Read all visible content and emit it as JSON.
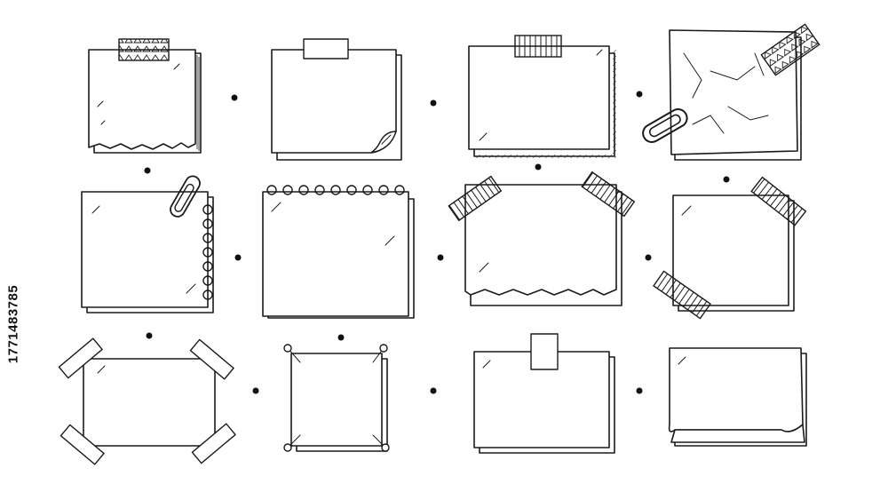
{
  "image": {
    "stock_id": "177148378 5",
    "stock_id_text": "1771483785"
  },
  "colors": {
    "ink": "#1a1a1a",
    "paper": "#ffffff",
    "tape_fill": "#cfcfcf"
  },
  "notes": [
    {
      "style": "torn-edge-with-patterned-tape"
    },
    {
      "style": "curled-corner-with-tape"
    },
    {
      "style": "striped-tape-top"
    },
    {
      "style": "crumpled-with-paperclip"
    },
    {
      "style": "spiral-side-with-paperclip"
    },
    {
      "style": "spiral-top-notepad"
    },
    {
      "style": "two-corner-tape-torn-bottom"
    },
    {
      "style": "diagonal-corner-tapes"
    },
    {
      "style": "four-corner-tapes"
    },
    {
      "style": "pinned-corners"
    },
    {
      "style": "tape-top-center"
    },
    {
      "style": "folded-bottom"
    }
  ]
}
